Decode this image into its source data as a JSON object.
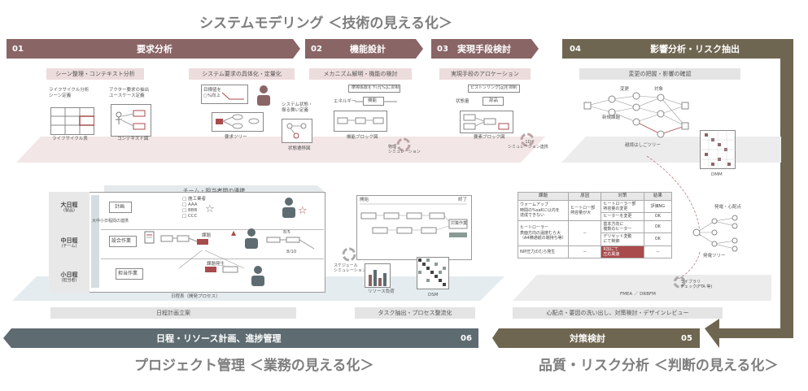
{
  "titles": {
    "top": "システムモデリング ＜技術の見える化＞",
    "bottom_left": "プロジェクト管理 ＜業務の見える化＞",
    "bottom_right": "品質・リスク分析 ＜判断の見える化＞"
  },
  "phases": [
    {
      "num": "01",
      "label": "要求分析"
    },
    {
      "num": "02",
      "label": "機能設計"
    },
    {
      "num": "03",
      "label": "実現手段検討"
    },
    {
      "num": "04",
      "label": "影響分析・リスク抽出"
    },
    {
      "num": "05",
      "label": "対策検討"
    },
    {
      "num": "06",
      "label": "日程・リソース計画、進捗管理"
    }
  ],
  "sub_headers": {
    "scene": "シーン整理・コンテキスト分析",
    "requirements": "システム要求の具体化・定量化",
    "mechanism": "メカニズム解明・機能の検討",
    "allocation": "実現手段のアロケーション",
    "change": "変更の把握・影響の確認",
    "team": "チーム・担当者間の連携"
  },
  "labels": {
    "lifecycle": "ライフサイクル分析\nシーン定義",
    "lifecycle_table": "ライフサイクル表",
    "actor": "アクター要求の抽出\nユースケース定義",
    "context": "コンテキスト図",
    "req_tree": "要求ツリー",
    "req_note": "目標値を\n○%向上",
    "state": "システム状態・\n振る舞い定義",
    "state_diagram": "状態遷移図",
    "mech_note": "摩擦係数を下げ[%]に抑制",
    "energy": "エネルギー",
    "function": "機能",
    "func_block": "機能ブロック図",
    "sim1": "物理\nシミュレーション",
    "alloc_note": "ピストンリング[g]を抑制",
    "state_var": "状態量",
    "component": "部品",
    "block_diagram": "要素ブロック図",
    "sim2": "1D\nシミュレーション連携",
    "change": "変更",
    "target": "対象",
    "new_issue": "新規課題",
    "tree": "越境はしごツリー",
    "dsm_right": "DMM",
    "worry": "発電・心配点",
    "worry_tree": "発電ツリー",
    "lib_link": "ライブラリ\nチェック(FTA 等)",
    "big": "大日程",
    "big_sub": "(製品)",
    "mid": "中日程",
    "mid_sub": "(チーム)",
    "small": "小日程",
    "small_sub": "(担当者)",
    "vertical": "大中小日程間の連携",
    "plan1": "計画",
    "plan2": "設合作業",
    "plan3": "担当作業",
    "task_list": "□ 施工業者\n□ AAA\n□ BBB\n□ CCC",
    "issue": "課題",
    "issue2": "課題発生",
    "date1": "8/5",
    "date2": "8/10",
    "schedule_chart": "日程表（開発プロセス）",
    "schedule_sim": "スケジュール\nシミュレーション",
    "start": "開始",
    "goal": "終了",
    "action": "対策作業",
    "resource": "リソース負荷",
    "dsm": "DSM",
    "fmea_label": "FMEA ／ DRBFM"
  },
  "bottom_bars": {
    "left": "日程計画立案",
    "mid": "タスク抽出・プロセス整流化",
    "right": "心配点・要因の洗い出し、対策検討・デザインレビュー"
  },
  "fmea": {
    "headers": [
      "課題",
      "原因",
      "対策",
      "結果"
    ],
    "rows": [
      [
        "ウォームアップ\n時間の%saKに以内を\n達成できない",
        "ヒートロー部\n熱容量が大",
        "ヒートローラー部\n熱容量の変更",
        "評価NG"
      ],
      [
        "",
        "",
        "ヒーターを変更",
        "OK"
      ],
      [
        "ヒートローラー\n表面方向の温度むら大\n（A4横通紙の端持ち等）",
        "－",
        "基本方向に\n複数のヒーター",
        "OK"
      ],
      [
        "",
        "",
        "デリセット変動\nにて制御",
        "OK"
      ],
      [
        "NIP圧力のむら発生",
        "－",
        "R加にて\n圧応風速",
        "－"
      ]
    ]
  },
  "colors": {
    "phase_red": "#8a6566",
    "phase_olive": "#6f6651",
    "phase_slate": "#5e6c71",
    "band_pink": "#f3e6e6",
    "band_gray": "#ececec",
    "band_blue": "#e4ecef",
    "accent_red": "#a94b4d"
  }
}
